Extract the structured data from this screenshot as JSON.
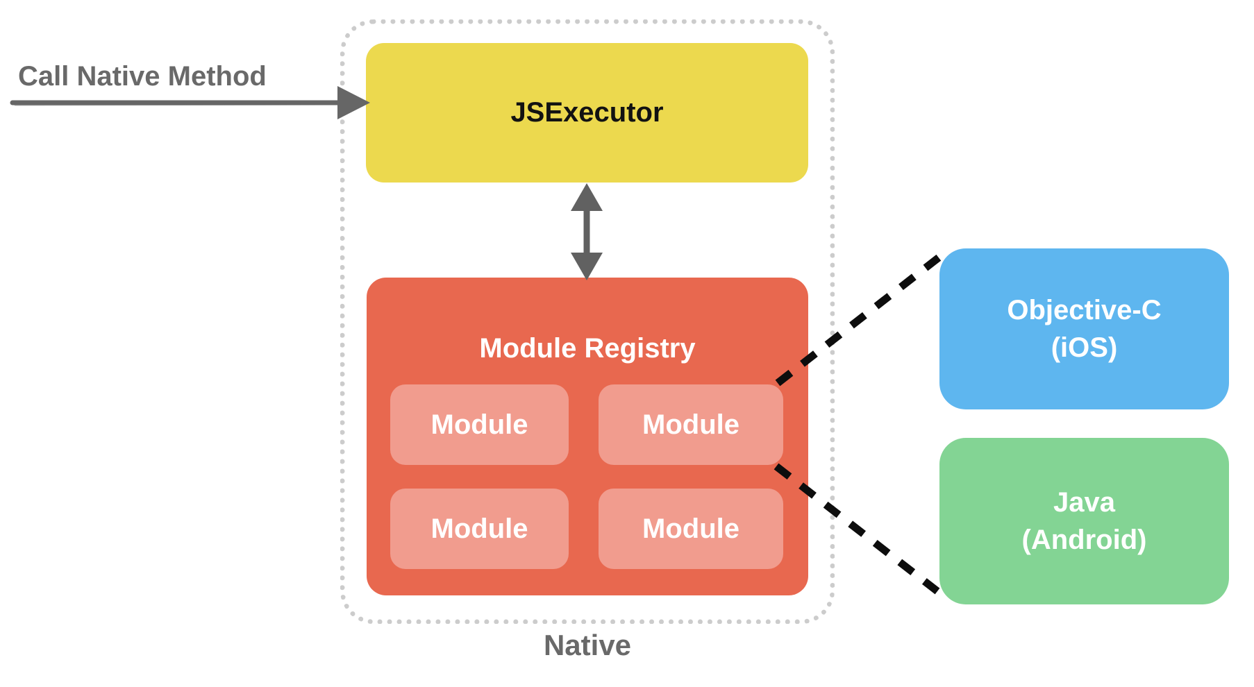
{
  "diagram": {
    "call_label": "Call Native Method",
    "container_label": "Native",
    "jsexecutor": {
      "label": "JSExecutor"
    },
    "module_registry": {
      "label": "Module Registry",
      "modules": [
        "Module",
        "Module",
        "Module",
        "Module"
      ]
    },
    "platform_ios": {
      "line1": "Objective-C",
      "line2": "(iOS)"
    },
    "platform_android": {
      "line1": "Java",
      "line2": "(Android)"
    }
  },
  "colors": {
    "jsexecutor_bg": "#ECD94E",
    "jsexecutor_text": "#121212",
    "registry_bg": "#E8684F",
    "module_bg": "#F19C8E",
    "ios_bg": "#5EB6EF",
    "android_bg": "#83D494",
    "box_text_white": "#FFFFFF",
    "label_gray": "#696969",
    "arrow_gray": "#666666",
    "connector_black": "#0D0D0D",
    "container_border_gray": "#CCCCCC"
  }
}
